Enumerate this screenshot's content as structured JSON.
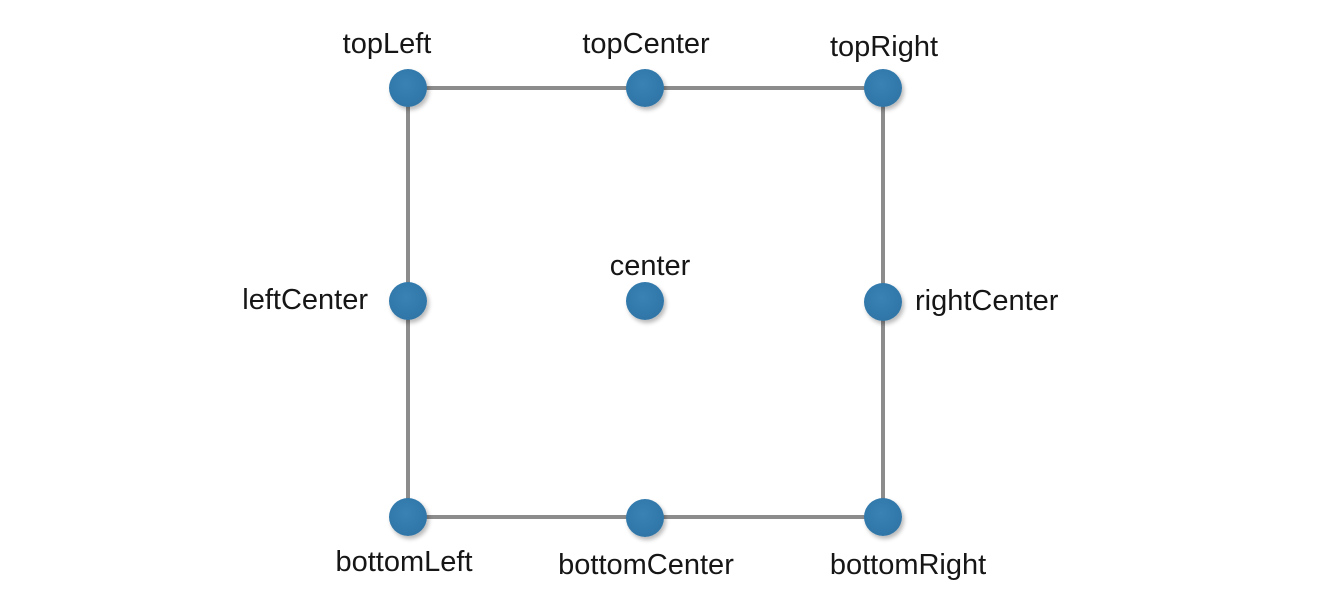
{
  "diagram": {
    "nodes": [
      {
        "id": "topLeft",
        "label": "topLeft"
      },
      {
        "id": "topCenter",
        "label": "topCenter"
      },
      {
        "id": "topRight",
        "label": "topRight"
      },
      {
        "id": "leftCenter",
        "label": "leftCenter"
      },
      {
        "id": "center",
        "label": "center"
      },
      {
        "id": "rightCenter",
        "label": "rightCenter"
      },
      {
        "id": "bottomLeft",
        "label": "bottomLeft"
      },
      {
        "id": "bottomCenter",
        "label": "bottomCenter"
      },
      {
        "id": "bottomRight",
        "label": "bottomRight"
      }
    ],
    "colors": {
      "dot": "#3279ab",
      "line": "#8c8c8c",
      "label": "#161616",
      "background": "#ffffff"
    }
  }
}
